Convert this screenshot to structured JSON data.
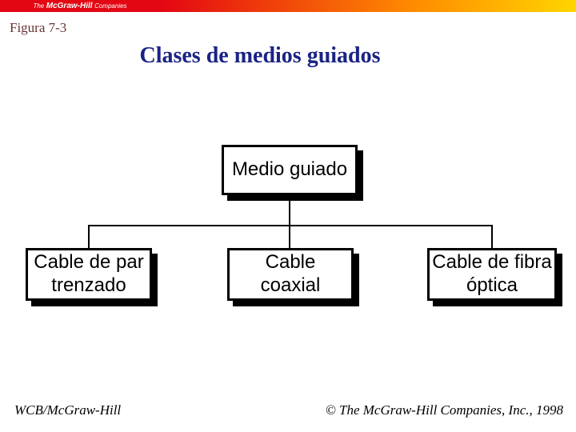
{
  "banner": {
    "logo_pre": "The",
    "logo_main": "McGraw-Hill",
    "logo_post": "Companies",
    "color_left": "#e30613",
    "color_mid": "#ff8c00",
    "color_right": "#ffd500",
    "text_color": "#ffffff"
  },
  "figure": {
    "text": "Figura 7-3",
    "color": "#663333"
  },
  "title": {
    "text": "Clases de medios guiados",
    "color": "#1a2384"
  },
  "diagram": {
    "root": {
      "label": "Medio guiado"
    },
    "children": [
      {
        "line1": "Cable de par",
        "line2": "trenzado"
      },
      {
        "line1": "Cable",
        "line2": "coaxial"
      },
      {
        "line1": "Cable de fibra",
        "line2": "óptica"
      }
    ]
  },
  "footer": {
    "left": "WCB/McGraw-Hill",
    "right": "© The McGraw-Hill Companies, Inc., 1998"
  }
}
